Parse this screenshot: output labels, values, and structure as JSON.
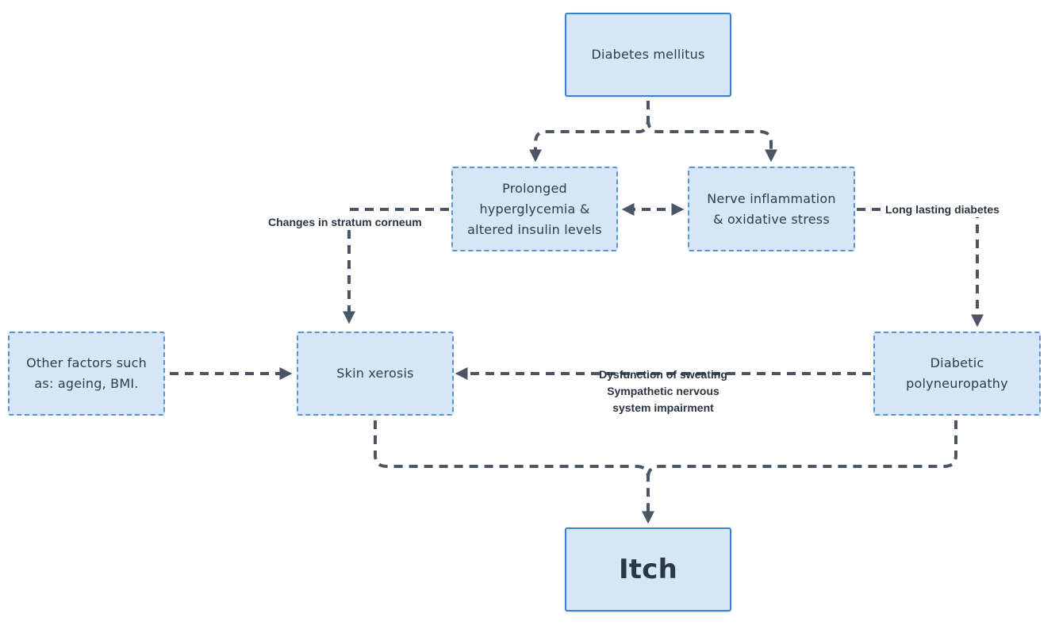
{
  "diagram": {
    "nodes": {
      "diabetes": {
        "label": "Diabetes mellitus"
      },
      "hyperglycemia": {
        "label": "Prolonged\nhyperglycemia &\naltered insulin levels"
      },
      "nerve": {
        "label": "Nerve inflammation\n& oxidative stress"
      },
      "other_factors": {
        "label": "Other factors such\nas: ageing, BMI."
      },
      "xerosis": {
        "label": "Skin xerosis"
      },
      "polyneuropathy": {
        "label": "Diabetic\npolyneuropathy"
      },
      "itch": {
        "label": "Itch"
      }
    },
    "edge_labels": {
      "stratum": "Changes in stratum corneum",
      "long_lasting": "Long lasting diabetes",
      "sweating": "Dysfunction of sweating\nSympathetic nervous\nsystem impairment"
    },
    "colors": {
      "node_fill": "#d4e6f7",
      "node_border": "#3d82c9",
      "connector": "#4a5663",
      "text": "#2f3d4a"
    }
  }
}
